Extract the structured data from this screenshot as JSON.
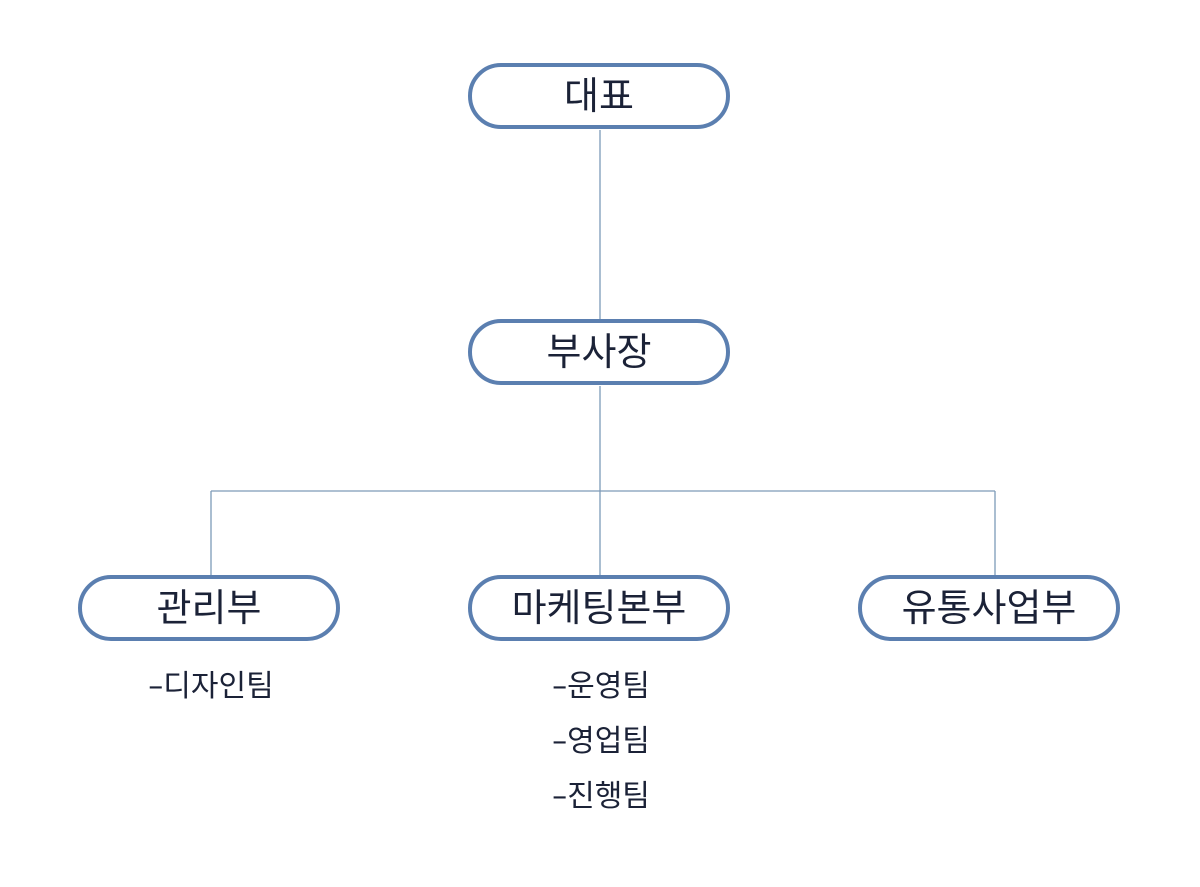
{
  "org_chart": {
    "root": {
      "label": "대표"
    },
    "vice": {
      "label": "부사장"
    },
    "divisions": [
      {
        "label": "관리부",
        "teams": [
          "–디자인팀"
        ]
      },
      {
        "label": "마케팅본부",
        "teams": [
          "–운영팀",
          "–영업팀",
          "–진행팀"
        ]
      },
      {
        "label": "유통사업부",
        "teams": []
      }
    ]
  },
  "colors": {
    "node_border": "#5b7fb0",
    "connector": "#7d9ab8",
    "text": "#1b2237"
  }
}
